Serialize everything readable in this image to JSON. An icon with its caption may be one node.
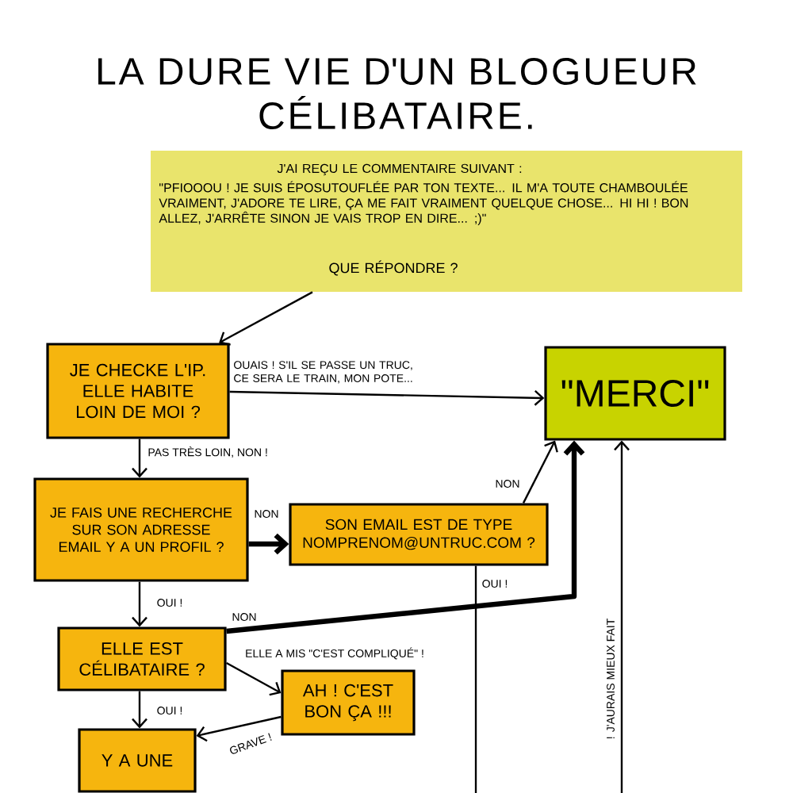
{
  "diagram": {
    "title": "LA DURE VIE D'UN BLOGUEUR CÉLIBATAIRE.",
    "nodes": [
      {
        "text": [
          "J'AI REÇU LE COMMENTAIRE SUIVANT :",
          "\"PFIOOOU ! JE SUIS ÉPOSUTOUFLÉE PAR TON TEXTE... IL M'A TOUTE CHAMBOULÉE VRAIMENT, J'ADORE TE LIRE, ÇA ME FAIT VRAIMENT QUELQUE CHOSE... HI HI ! BON ALLEZ, J'ARRÊTE SINON JE VAIS TROP EN DIRE... ;)\"",
          "QUE RÉPONDRE ?"
        ]
      },
      {
        "text": [
          "JE CHECKE L'IP. ELLE HABITE LOIN DE MOI ?"
        ]
      },
      {
        "text": [
          "\"MERCI\""
        ]
      },
      {
        "text": [
          "JE FAIS UNE RECHERCHE SUR SON ADRESSE EMAIL Y A UN PROFIL ?"
        ]
      },
      {
        "text": [
          "SON EMAIL EST DE TYPE NOMPRENOM@UNTRUC.COM ?"
        ]
      },
      {
        "text": [
          "ELLE EST CÉLIBATAIRE ?"
        ]
      },
      {
        "text": [
          "AH ! C'EST BON ÇA !!!"
        ]
      },
      {
        "text": [
          "Y A UNE"
        ]
      }
    ],
    "edges": [
      {
        "from": 0,
        "to": 1,
        "arrow": "to"
      },
      {
        "from": 1,
        "to": 2,
        "arrow": "to",
        "label": "OUAIS ! S'IL SE PASSE UN TRUC, CE SERA LE TRAIN, MON POTE..."
      },
      {
        "from": 1,
        "to": 3,
        "arrow": "to",
        "label": "PAS TRÈS LOIN, NON !"
      },
      {
        "from": 3,
        "to": 4,
        "arrow": "to",
        "label": "NON",
        "style": "thick"
      },
      {
        "from": 4,
        "to": 2,
        "arrow": "to",
        "label": "NON"
      },
      {
        "from": 4,
        "to": null,
        "arrow": "none",
        "label": "OUI !"
      },
      {
        "from": 3,
        "to": 5,
        "arrow": "to",
        "label": "OUI !"
      },
      {
        "from": 5,
        "to": 2,
        "arrow": "to",
        "label": "NON",
        "style": "thick"
      },
      {
        "from": 5,
        "to": 6,
        "arrow": "to",
        "label": "ELLE A MIS \"C'EST COMPLIQUÉ\" !"
      },
      {
        "from": 6,
        "to": 7,
        "arrow": "to",
        "label": "GRAVE !"
      },
      {
        "from": 5,
        "to": 7,
        "arrow": "to",
        "label": "OUI !"
      },
      {
        "from": null,
        "to": 2,
        "arrow": "to",
        "label": "! J'AURAIS MIEUX FAIT"
      }
    ]
  }
}
